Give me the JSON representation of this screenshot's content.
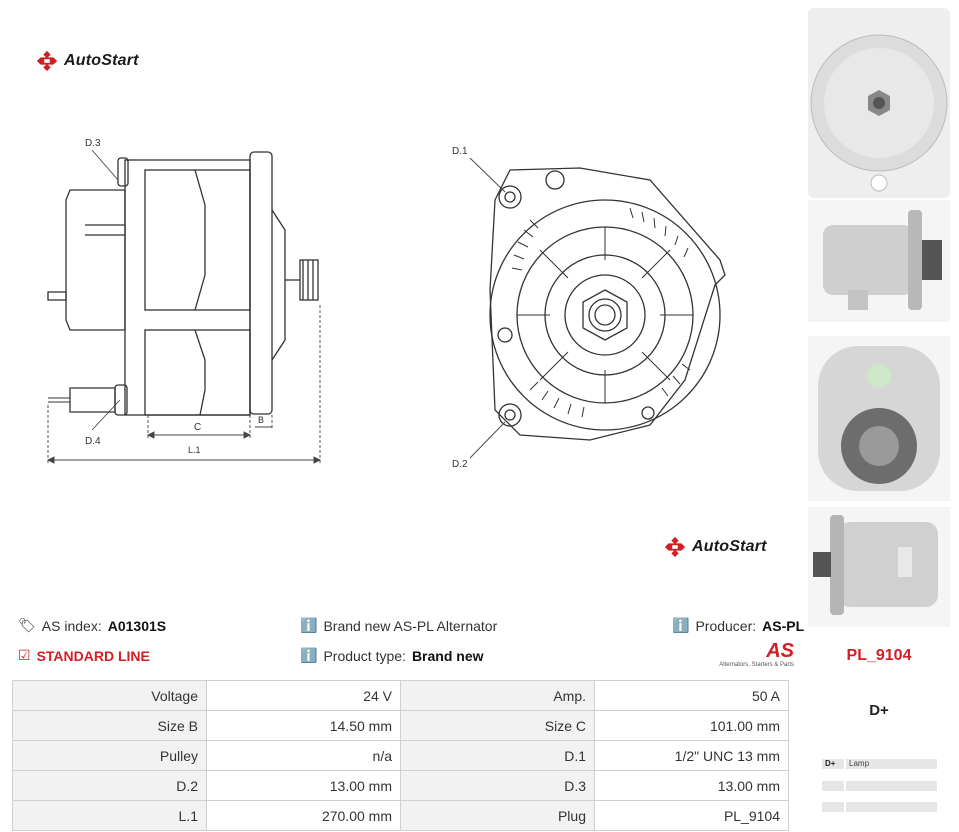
{
  "brand": {
    "name": "AutoStart"
  },
  "info": {
    "as_index_label": "AS index:",
    "as_index_value": "A01301S",
    "standard_line": "STANDARD LINE",
    "description": "Brand new AS-PL Alternator",
    "product_type_label": "Product type:",
    "product_type_value": "Brand new",
    "producer_label": "Producer:",
    "producer_value": "AS-PL",
    "as_tagline": "Alternators, Starters & Parts"
  },
  "diagram": {
    "side_labels": {
      "d3": "D.3",
      "d4": "D.4",
      "c": "C",
      "b": "B",
      "l1": "L.1"
    },
    "front_labels": {
      "d1": "D.1",
      "d2": "D.2"
    }
  },
  "specs": [
    {
      "label1": "Voltage",
      "value1": "24 V",
      "label2": "Amp.",
      "value2": "50 A"
    },
    {
      "label1": "Size B",
      "value1": "14.50 mm",
      "label2": "Size C",
      "value2": "101.00 mm"
    },
    {
      "label1": "Pulley",
      "value1": "n/a",
      "label2": "D.1",
      "value2": "1/2\" UNC 13 mm"
    },
    {
      "label1": "D.2",
      "value1": "13.00 mm",
      "label2": "D.3",
      "value2": "13.00 mm"
    },
    {
      "label1": "L.1",
      "value1": "270.00 mm",
      "label2": "Plug",
      "value2": "PL_9104"
    }
  ],
  "plug": {
    "name": "PL_9104",
    "terminal": "D+",
    "pins": [
      {
        "pin": "D+",
        "desc": "Lamp"
      },
      {
        "pin": "",
        "desc": ""
      },
      {
        "pin": "",
        "desc": ""
      }
    ]
  },
  "colors": {
    "accent": "#d21f26",
    "cell_bg": "#f2f2f2",
    "border": "#cfcfcf"
  }
}
